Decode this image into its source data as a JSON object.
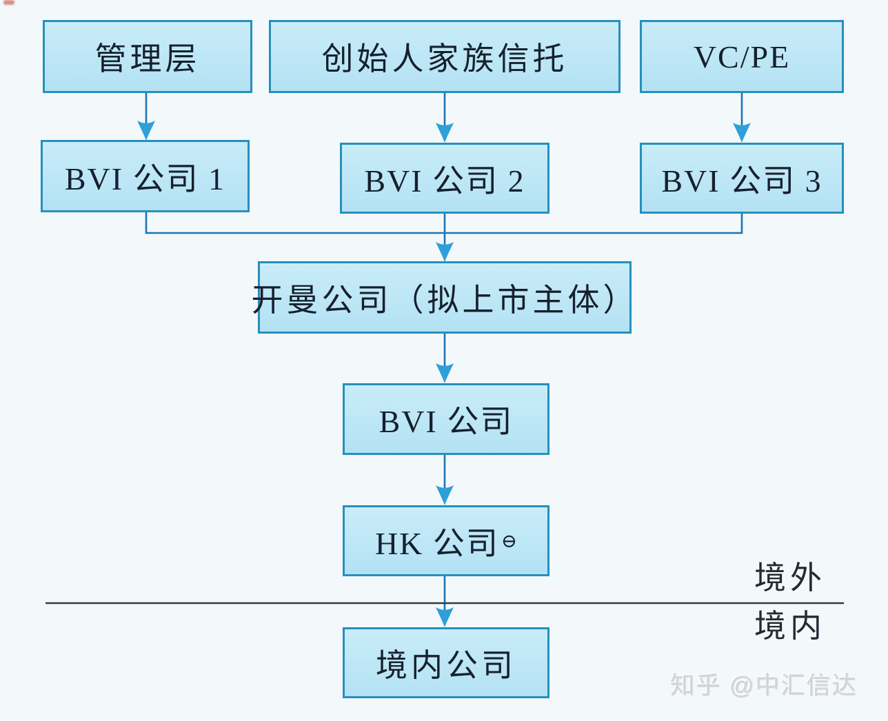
{
  "diagram": {
    "type": "org-structure-flowchart",
    "nodes": {
      "management": {
        "label": "管理层"
      },
      "founder_trust": {
        "label": "创始人家族信托"
      },
      "vc_pe": {
        "label": "VC/PE"
      },
      "bvi1": {
        "label": "BVI 公司 1"
      },
      "bvi2": {
        "label": "BVI 公司 2"
      },
      "bvi3": {
        "label": "BVI 公司 3"
      },
      "cayman": {
        "label": "开曼公司（拟上市主体）"
      },
      "bvi_mid": {
        "label": "BVI 公司"
      },
      "hk": {
        "label": "HK 公司",
        "footnote_mark": "⊖"
      },
      "domestic": {
        "label": "境内公司"
      }
    },
    "edges": [
      {
        "from": "management",
        "to": "bvi1"
      },
      {
        "from": "founder_trust",
        "to": "bvi2"
      },
      {
        "from": "vc_pe",
        "to": "bvi3"
      },
      {
        "from": "bvi1",
        "to": "cayman"
      },
      {
        "from": "bvi2",
        "to": "cayman"
      },
      {
        "from": "bvi3",
        "to": "cayman"
      },
      {
        "from": "cayman",
        "to": "bvi_mid"
      },
      {
        "from": "bvi_mid",
        "to": "hk"
      },
      {
        "from": "hk",
        "to": "domestic"
      }
    ],
    "divider": {
      "label_above": "境外",
      "label_below": "境内"
    },
    "watermark": {
      "text": "知乎 @中汇信达"
    },
    "colors": {
      "background": "#f3f8fb",
      "box_fill": "#bce5f5",
      "box_border": "#2590bd",
      "arrow_stem": "#1c74b4",
      "arrow_head": "#2f9fd9",
      "divider_line": "#3a3a3a",
      "text": "#16202e",
      "watermark_text": "#d4d4d4"
    }
  }
}
